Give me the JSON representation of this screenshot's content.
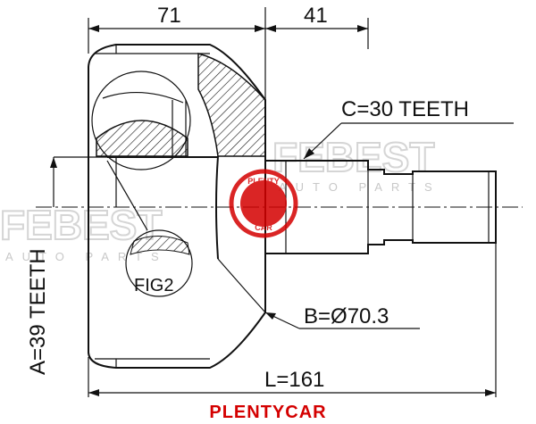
{
  "dimensions": {
    "top_left": "71",
    "top_right": "41",
    "spline_c": "C=30 TEETH",
    "spline_a": "A=39 TEETH",
    "diameter_b": "B=Ø70.3",
    "length_l": "L=161"
  },
  "figure_label": "FIG2",
  "brand": "PLENTYCAR",
  "watermark": {
    "logo_text": "FEBEST",
    "sub_text": "AUTO PARTS",
    "stamp_top": "PLENTY",
    "stamp_bottom": "CAR"
  },
  "colors": {
    "brand": "#d40000",
    "line": "#111111",
    "watermark": "#d5d5d5"
  }
}
